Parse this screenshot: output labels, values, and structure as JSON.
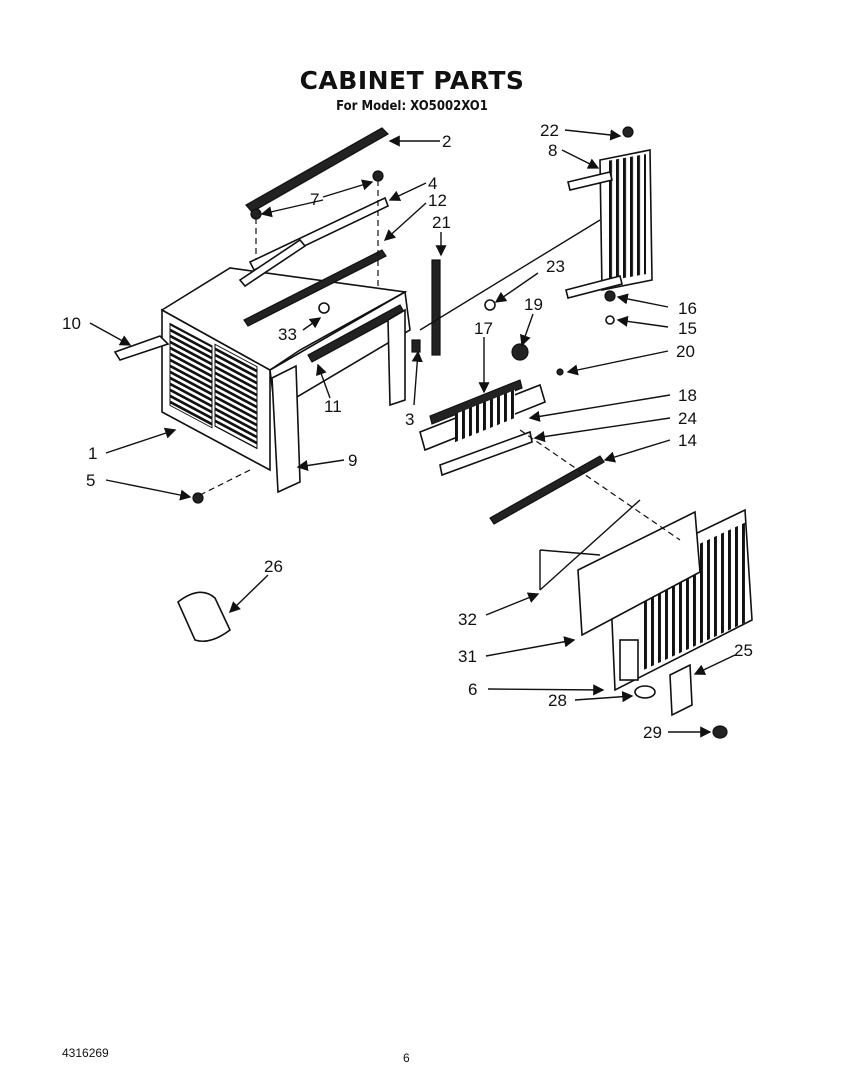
{
  "title": "CABINET PARTS",
  "subtitle": "For Model: XO5002XO1",
  "footer": {
    "doc_number": "4316269",
    "page_number": "6"
  },
  "callouts": [
    "1",
    "2",
    "3",
    "4",
    "5",
    "6",
    "7",
    "8",
    "9",
    "10",
    "11",
    "12",
    "14",
    "15",
    "16",
    "17",
    "18",
    "19",
    "20",
    "21",
    "22",
    "23",
    "24",
    "25",
    "26",
    "28",
    "29",
    "31",
    "32",
    "33"
  ]
}
